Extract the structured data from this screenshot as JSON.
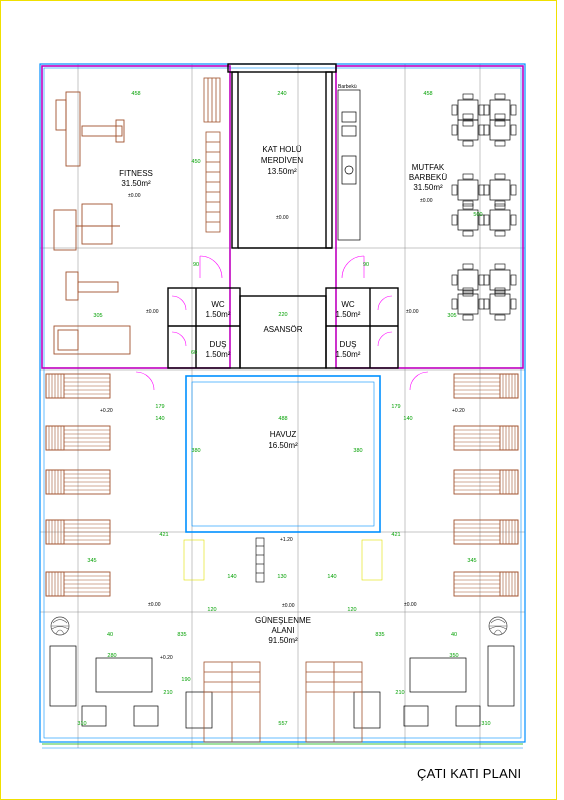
{
  "plan_title": "ÇATI KATI PLANI",
  "rooms": {
    "fitness": {
      "name": "FITNESS",
      "area": "31.50m²"
    },
    "kat_holu": {
      "name1": "KAT HOLÜ",
      "name2": "MERDİVEN",
      "area": "13.50m²"
    },
    "mutfak": {
      "name1": "MUTFAK",
      "name2": "BARBEKÜ",
      "area": "31.50m²"
    },
    "wc_left": {
      "name": "WC",
      "area": "1.50m²"
    },
    "wc_right": {
      "name": "WC",
      "area": "1.50m²"
    },
    "dus_left": {
      "name": "DUŞ",
      "area": "1.50m²"
    },
    "dus_right": {
      "name": "DUŞ",
      "area": "1.50m²"
    },
    "asansor": {
      "name": "ASANSÖR"
    },
    "havuz": {
      "name": "HAVUZ",
      "area": "16.50m²"
    },
    "gunes": {
      "name1": "GÜNEŞLENME",
      "name2": "ALANI",
      "area": "91.50m²"
    },
    "barbeku_label": "Barbekü"
  },
  "levels": {
    "l000": "±0.00",
    "l020": "+0.20",
    "l120": "+1.20"
  },
  "dimensions": {
    "d458a": "458",
    "d240": "240",
    "d458b": "458",
    "d450": "450",
    "d500": "500",
    "d305a": "305",
    "d220": "220",
    "d305b": "305",
    "d90a": "90",
    "d90b": "90",
    "d60": "60",
    "d488": "488",
    "d140a": "140",
    "d140b": "140",
    "d179a": "179",
    "d179b": "179",
    "d380a": "380",
    "d380b": "380",
    "d421a": "421",
    "d421b": "421",
    "d345a": "345",
    "d345b": "345",
    "d120a": "120",
    "d120b": "120",
    "d130": "130",
    "d40a": "40",
    "d40b": "40",
    "d210a": "210",
    "d210b": "210",
    "d310a": "310",
    "d310b": "310",
    "d557": "557",
    "d350": "350",
    "d280": "280",
    "d835a": "835",
    "d835b": "835",
    "d190": "190"
  }
}
